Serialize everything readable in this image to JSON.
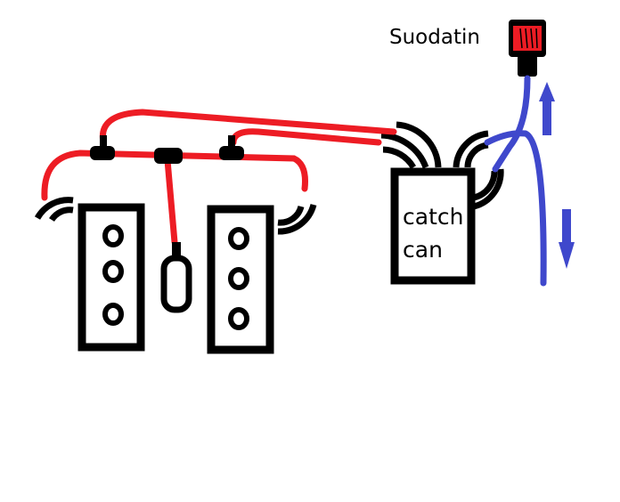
{
  "labels": {
    "filter": "Suodatin",
    "catch_can_line1": "catch",
    "catch_can_line2": "can"
  },
  "colors": {
    "hose_red": "#ED1C24",
    "hose_blue": "#3F48CC",
    "outline": "#000000"
  }
}
